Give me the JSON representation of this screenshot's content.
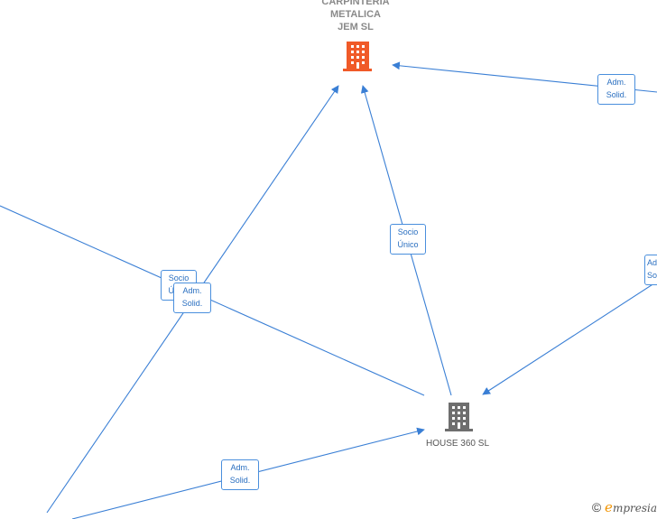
{
  "nodes": {
    "top": {
      "lines": [
        "CARPINTERIA",
        "METALICA",
        "JEM  SL"
      ],
      "color": "#f05a28"
    },
    "house": {
      "lines": [
        "HOUSE 360  SL"
      ],
      "color": "#7a7a7a"
    }
  },
  "edge_labels": {
    "socio_unico_main": [
      "Socio",
      "Único"
    ],
    "socio_unico_left": [
      "Socio",
      "Único"
    ],
    "adm_solid_left": [
      "Adm.",
      "Solid."
    ],
    "adm_solid_topright": [
      "Adm.",
      "Solid."
    ],
    "adm_solid_right": [
      "Adm.",
      "Solid."
    ],
    "adm_solid_bottom": [
      "Adm.",
      "Solid."
    ]
  },
  "colors": {
    "edge": "#3a7fd5",
    "label_border": "#4a8fdd",
    "label_text": "#2a6fc0"
  },
  "brand": {
    "copyright": "©",
    "initial": "e",
    "name": "mpresia"
  }
}
